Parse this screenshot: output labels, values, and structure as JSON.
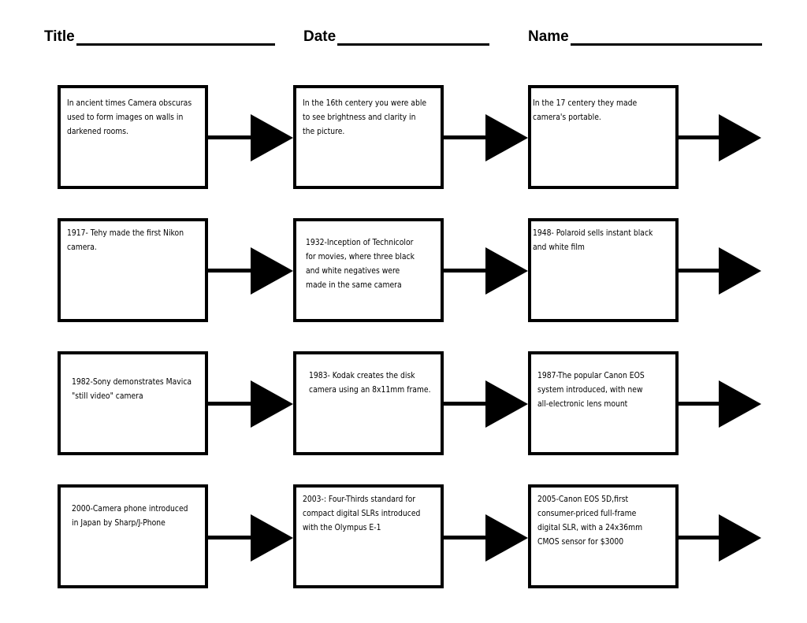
{
  "header": {
    "title_label": "Title",
    "date_label": "Date",
    "name_label": "Name"
  },
  "rows": [
    {
      "cells": [
        "In ancient times Camera obscuras\nused to form images on walls in\ndarkened rooms.",
        "In the 16th centery you were able\nto see brightness and clarity in\nthe picture.",
        "In the 17 centery they made\ncamera's portable."
      ]
    },
    {
      "cells": [
        "1917- Tehy made the first Nikon\ncamera.",
        "1932-Inception of Technicolor\nfor movies, where three black\nand white negatives were\nmade in the same camera",
        "1948- Polaroid sells instant black\nand white film"
      ]
    },
    {
      "cells": [
        "1982-Sony demonstrates Mavica\n\"still video\" camera",
        "1983- Kodak creates the disk\ncamera using an 8x11mm frame.",
        "1987-The popular Canon EOS\nsystem introduced, with new\nall-electronic lens mount"
      ]
    },
    {
      "cells": [
        "2000-Camera phone introduced\nin Japan by Sharp/J-Phone",
        "2003-: Four-Thirds standard for\ncompact digital SLRs introduced\nwith the Olympus E-1",
        "2005-Canon EOS 5D,first\nconsumer-priced full-frame\ndigital SLR, with a 24x36mm\nCMOS sensor for $3000"
      ]
    }
  ]
}
